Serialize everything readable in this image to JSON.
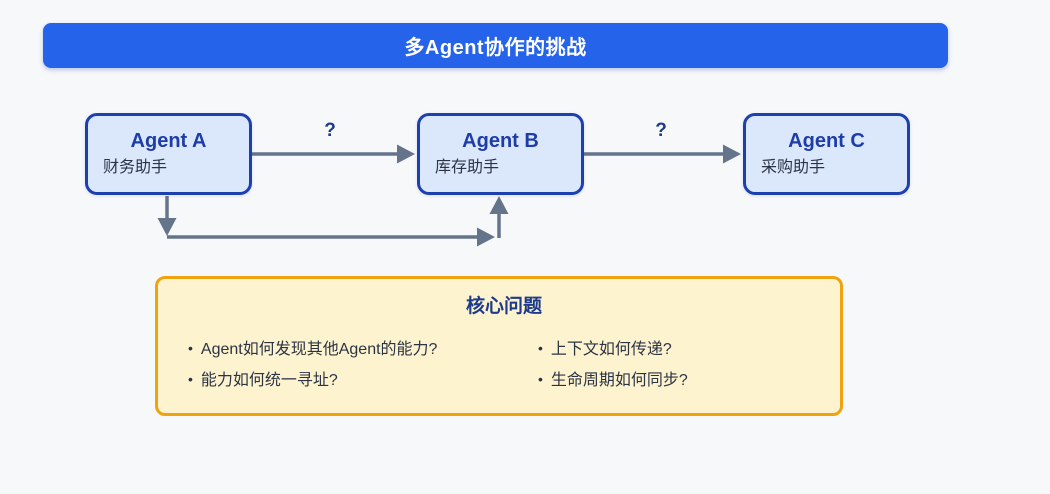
{
  "header": {
    "title": "多Agent协作的挑战"
  },
  "agents": [
    {
      "title": "Agent A",
      "subtitle": "财务助手"
    },
    {
      "title": "Agent B",
      "subtitle": "库存助手"
    },
    {
      "title": "Agent C",
      "subtitle": "采购助手"
    }
  ],
  "connections": [
    {
      "from": "Agent A",
      "to": "Agent B",
      "label": "?"
    },
    {
      "from": "Agent B",
      "to": "Agent C",
      "label": "?"
    },
    {
      "from": "Agent A",
      "to": "Agent B",
      "label": "",
      "route": "bottom-feedback"
    }
  ],
  "core_panel": {
    "title": "核心问题",
    "items_left": [
      "Agent如何发现其他Agent的能力?",
      "能力如何统一寻址?"
    ],
    "items_right": [
      "上下文如何传递?",
      "生命周期如何同步?"
    ],
    "bullet": "•"
  },
  "colors": {
    "page_bg": "#f7f8fa",
    "header_bg": "#2563eb",
    "header_text": "#ffffff",
    "box_fill": "#dbe8fb",
    "box_border": "#1e40af",
    "box_title": "#1e3da8",
    "box_subtitle": "#2b3445",
    "arrow_color": "#64748b",
    "question_color": "#1e3a8a",
    "panel_fill": "#fdf3cf",
    "panel_border": "#f0a30f",
    "panel_title": "#1e3a8a",
    "panel_text": "#2b3445"
  }
}
